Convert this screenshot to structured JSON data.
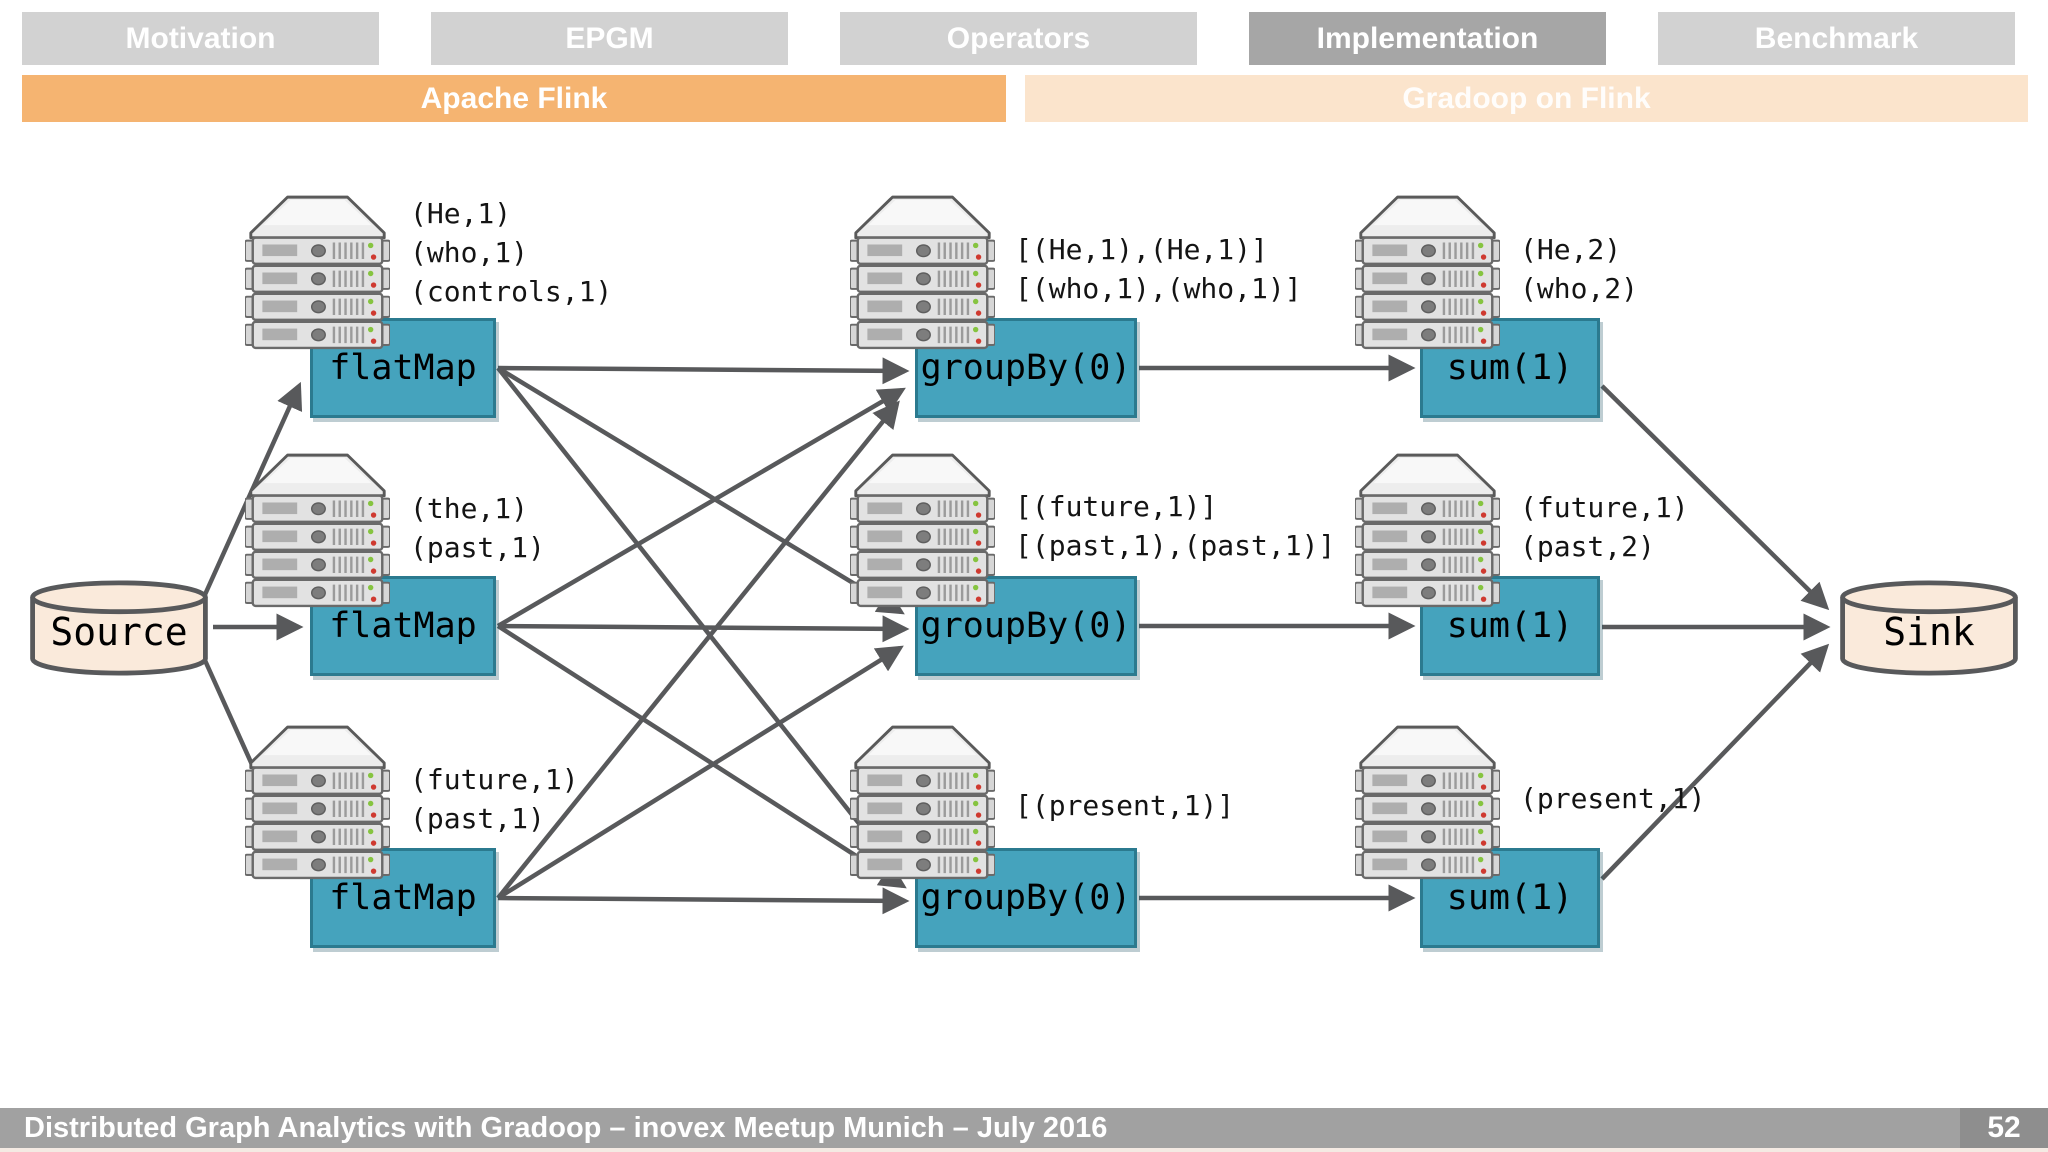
{
  "nav": {
    "tabs": [
      {
        "label": "Motivation",
        "active": false
      },
      {
        "label": "EPGM",
        "active": false
      },
      {
        "label": "Operators",
        "active": false
      },
      {
        "label": "Implementation",
        "active": true
      },
      {
        "label": "Benchmark",
        "active": false
      }
    ],
    "subtabs": [
      {
        "label": "Apache Flink",
        "active": true
      },
      {
        "label": "Gradoop on Flink",
        "active": false
      }
    ]
  },
  "diagram": {
    "source_label": "Source",
    "sink_label": "Sink",
    "rows": [
      {
        "flatmap": {
          "label": "flatMap",
          "annotations": [
            "(He,1)",
            "(who,1)",
            "(controls,1)"
          ]
        },
        "groupby": {
          "label": "groupBy(0)",
          "annotations": [
            "[(He,1),(He,1)]",
            "[(who,1),(who,1)]"
          ]
        },
        "sum": {
          "label": "sum(1)",
          "annotations": [
            "(He,2)",
            "(who,2)"
          ]
        }
      },
      {
        "flatmap": {
          "label": "flatMap",
          "annotations": [
            "(the,1)",
            "(past,1)"
          ]
        },
        "groupby": {
          "label": "groupBy(0)",
          "annotations": [
            "[(future,1)]",
            "[(past,1),(past,1)]"
          ]
        },
        "sum": {
          "label": "sum(1)",
          "annotations": [
            "(future,1)",
            "(past,2)"
          ]
        }
      },
      {
        "flatmap": {
          "label": "flatMap",
          "annotations": [
            "(future,1)",
            "(past,1)"
          ]
        },
        "groupby": {
          "label": "groupBy(0)",
          "annotations": [
            "[(present,1)]"
          ]
        },
        "sum": {
          "label": "sum(1)",
          "annotations": [
            "(present,1)"
          ]
        }
      }
    ]
  },
  "footer": {
    "title": "Distributed Graph Analytics with Gradoop – inovex Meetup Munich – July 2016",
    "page": "52"
  },
  "colors": {
    "accent_orange": "#f5b471",
    "pale_orange": "#fbe4cc",
    "operator_teal": "#45a3bd",
    "operator_border": "#2b7a8f",
    "cylinder_fill": "#faeadb",
    "arrow_gray": "#58595b",
    "tab_gray": "#d2d2d2",
    "tab_active_gray": "#a6a6a6",
    "footer_gray": "#a1a1a1"
  }
}
